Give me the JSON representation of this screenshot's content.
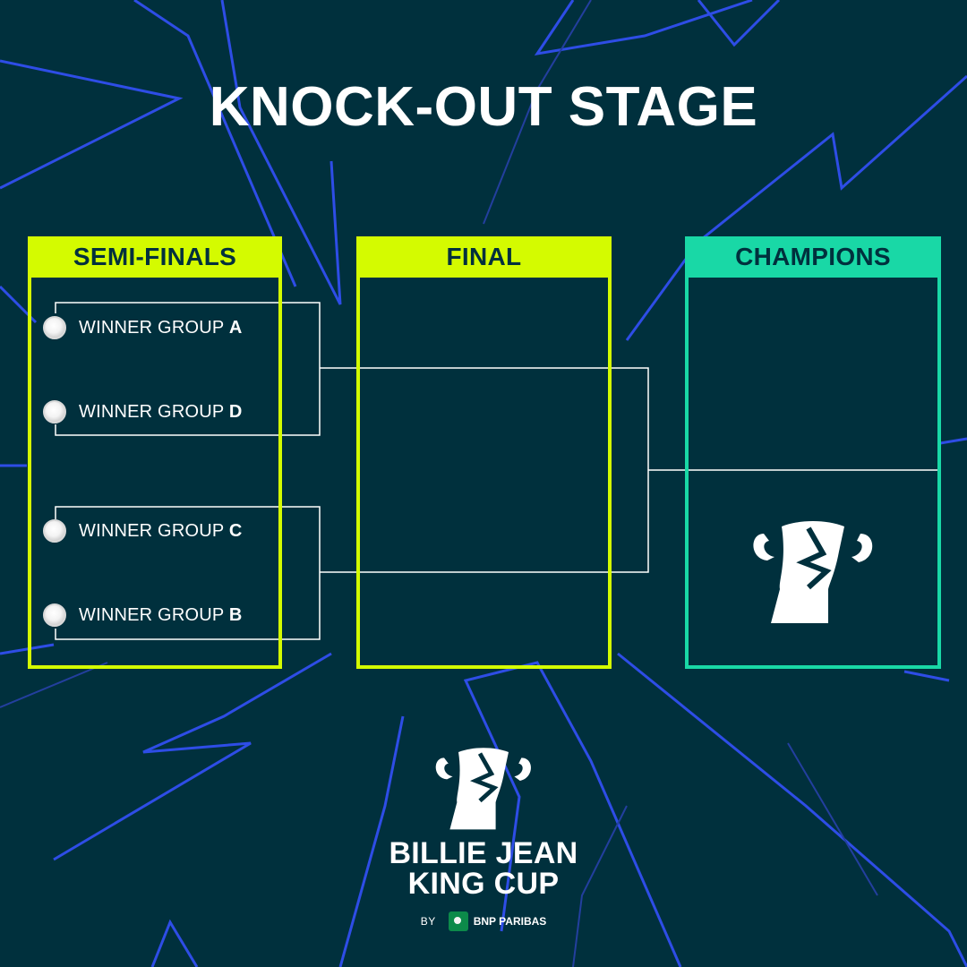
{
  "title": "KNOCK-OUT STAGE",
  "columns": {
    "semi_finals": "SEMI-FINALS",
    "final": "FINAL",
    "champions": "CHAMPIONS"
  },
  "slots": [
    {
      "prefix": "WINNER GROUP",
      "group": "A"
    },
    {
      "prefix": "WINNER GROUP",
      "group": "D"
    },
    {
      "prefix": "WINNER GROUP",
      "group": "C"
    },
    {
      "prefix": "WINNER GROUP",
      "group": "B"
    }
  ],
  "brand": {
    "line1": "BILLIE JEAN",
    "line2": "KING CUP",
    "by": "BY",
    "sponsor": "BNP PARIBAS"
  },
  "icons": {
    "trophy": "trophy-icon",
    "tennis_ball": "tennis-ball-icon",
    "sponsor_mark": "bnp-paribas-logo-icon"
  },
  "colors": {
    "background": "#00303d",
    "semi_final_accent": "#d4fb00",
    "champions_accent": "#19d8a6",
    "background_lines": "#2e4de6",
    "text": "#ffffff"
  }
}
